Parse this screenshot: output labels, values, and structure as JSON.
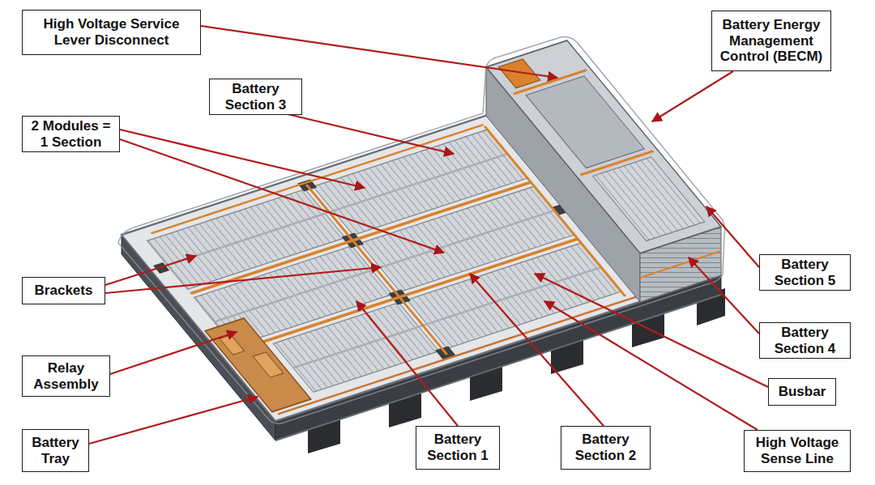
{
  "diagram": {
    "nodes": [
      {
        "text": [
          "High Voltage Service Lever Disconnect"
        ]
      },
      {
        "text": [
          "Battery Energy Management Control (BECM)"
        ]
      },
      {
        "text": [
          "Battery Section 3"
        ]
      },
      {
        "text": [
          "2 Modules = 1 Section"
        ]
      },
      {
        "text": [
          "Brackets"
        ]
      },
      {
        "text": [
          "Battery Section 5"
        ]
      },
      {
        "text": [
          "Battery Section 4"
        ]
      },
      {
        "text": [
          "Relay Assembly"
        ]
      },
      {
        "text": [
          "Busbar"
        ]
      },
      {
        "text": [
          "Battery Tray"
        ]
      },
      {
        "text": [
          "Battery Section 1"
        ]
      },
      {
        "text": [
          "Battery Section 2"
        ]
      },
      {
        "text": [
          "High Voltage Sense Line"
        ]
      }
    ]
  }
}
